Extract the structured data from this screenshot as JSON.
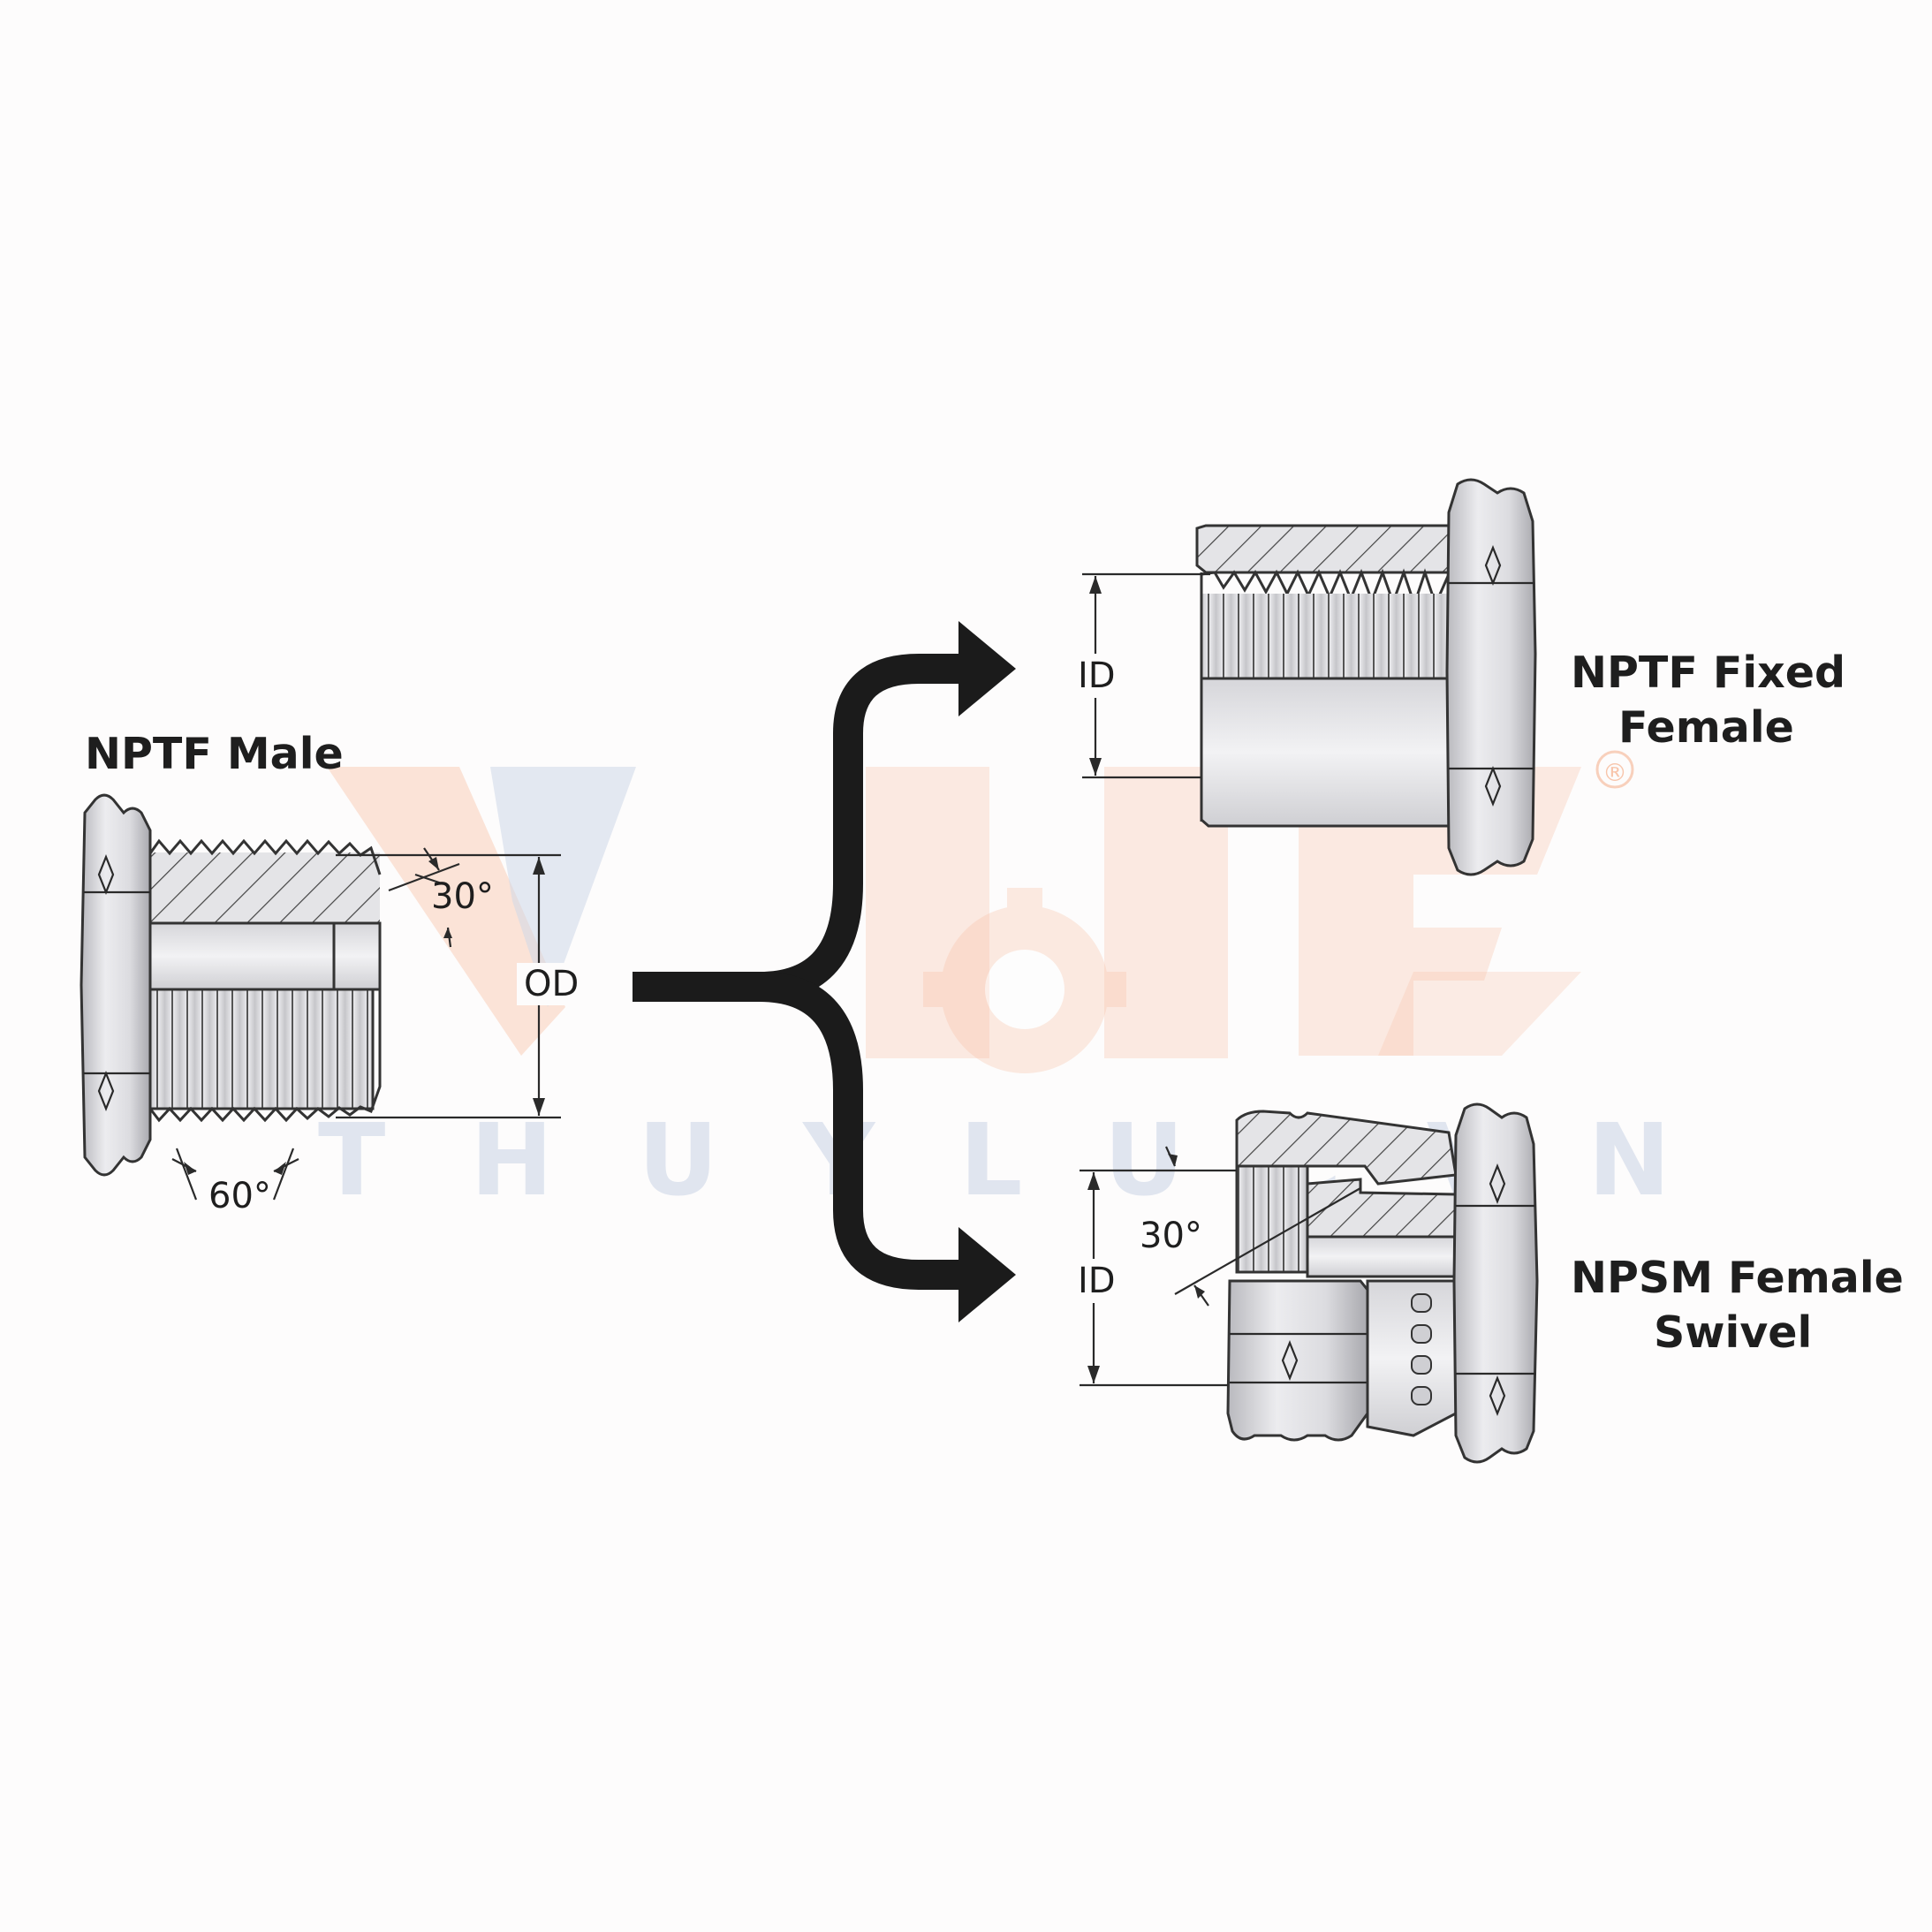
{
  "labels": {
    "male": "NPTF Male",
    "fixed_female_line1": "NPTF Fixed",
    "fixed_female_line2": "Female",
    "swivel_line1": "NPSM Female",
    "swivel_line2": "Swivel"
  },
  "dimensions": {
    "od": "OD",
    "id_top": "ID",
    "id_bottom": "ID",
    "angle_30_male": "30°",
    "angle_60_male": "60°",
    "angle_30_swivel": "30°"
  },
  "watermark": {
    "text": "THUYLUCVN",
    "registered": "®",
    "orange": "#f6b391",
    "blue": "#b9c7df"
  },
  "colors": {
    "outline": "#333333",
    "metal_light": "#e9e9ec",
    "metal_mid": "#d2d2d6",
    "arrow": "#1b1b1b",
    "text": "#1e1e1e"
  }
}
